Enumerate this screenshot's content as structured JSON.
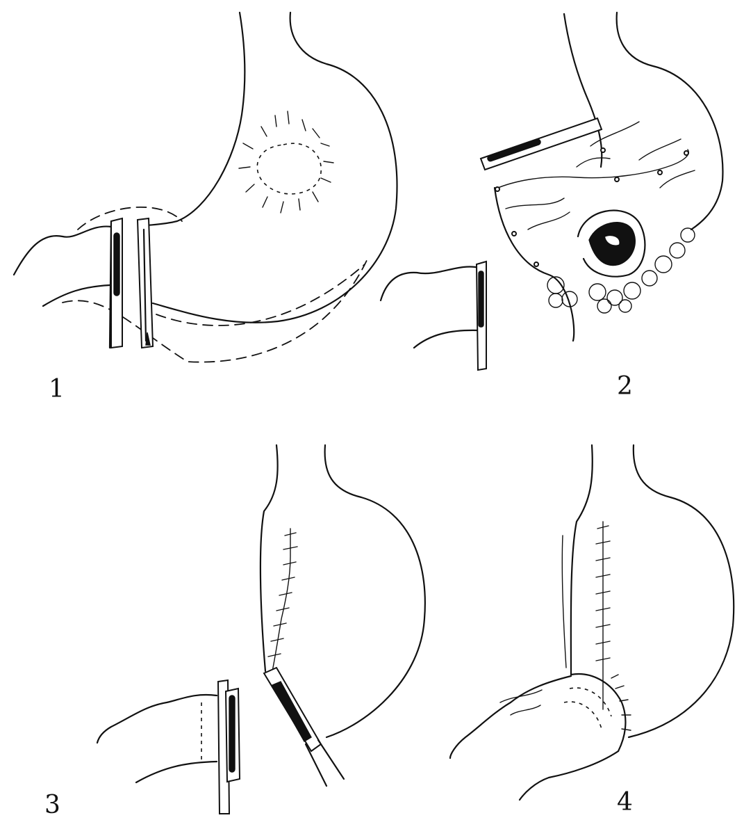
{
  "panels": [
    {
      "id": "1",
      "label": "1"
    },
    {
      "id": "2",
      "label": "2"
    },
    {
      "id": "3",
      "label": "3"
    },
    {
      "id": "4",
      "label": "4"
    }
  ],
  "colors": {
    "ink": "#111111",
    "paper": "#ffffff"
  },
  "icons": [
    "clamp-icon",
    "stomach-illustration",
    "suture-line-icon",
    "omentum-icon"
  ]
}
